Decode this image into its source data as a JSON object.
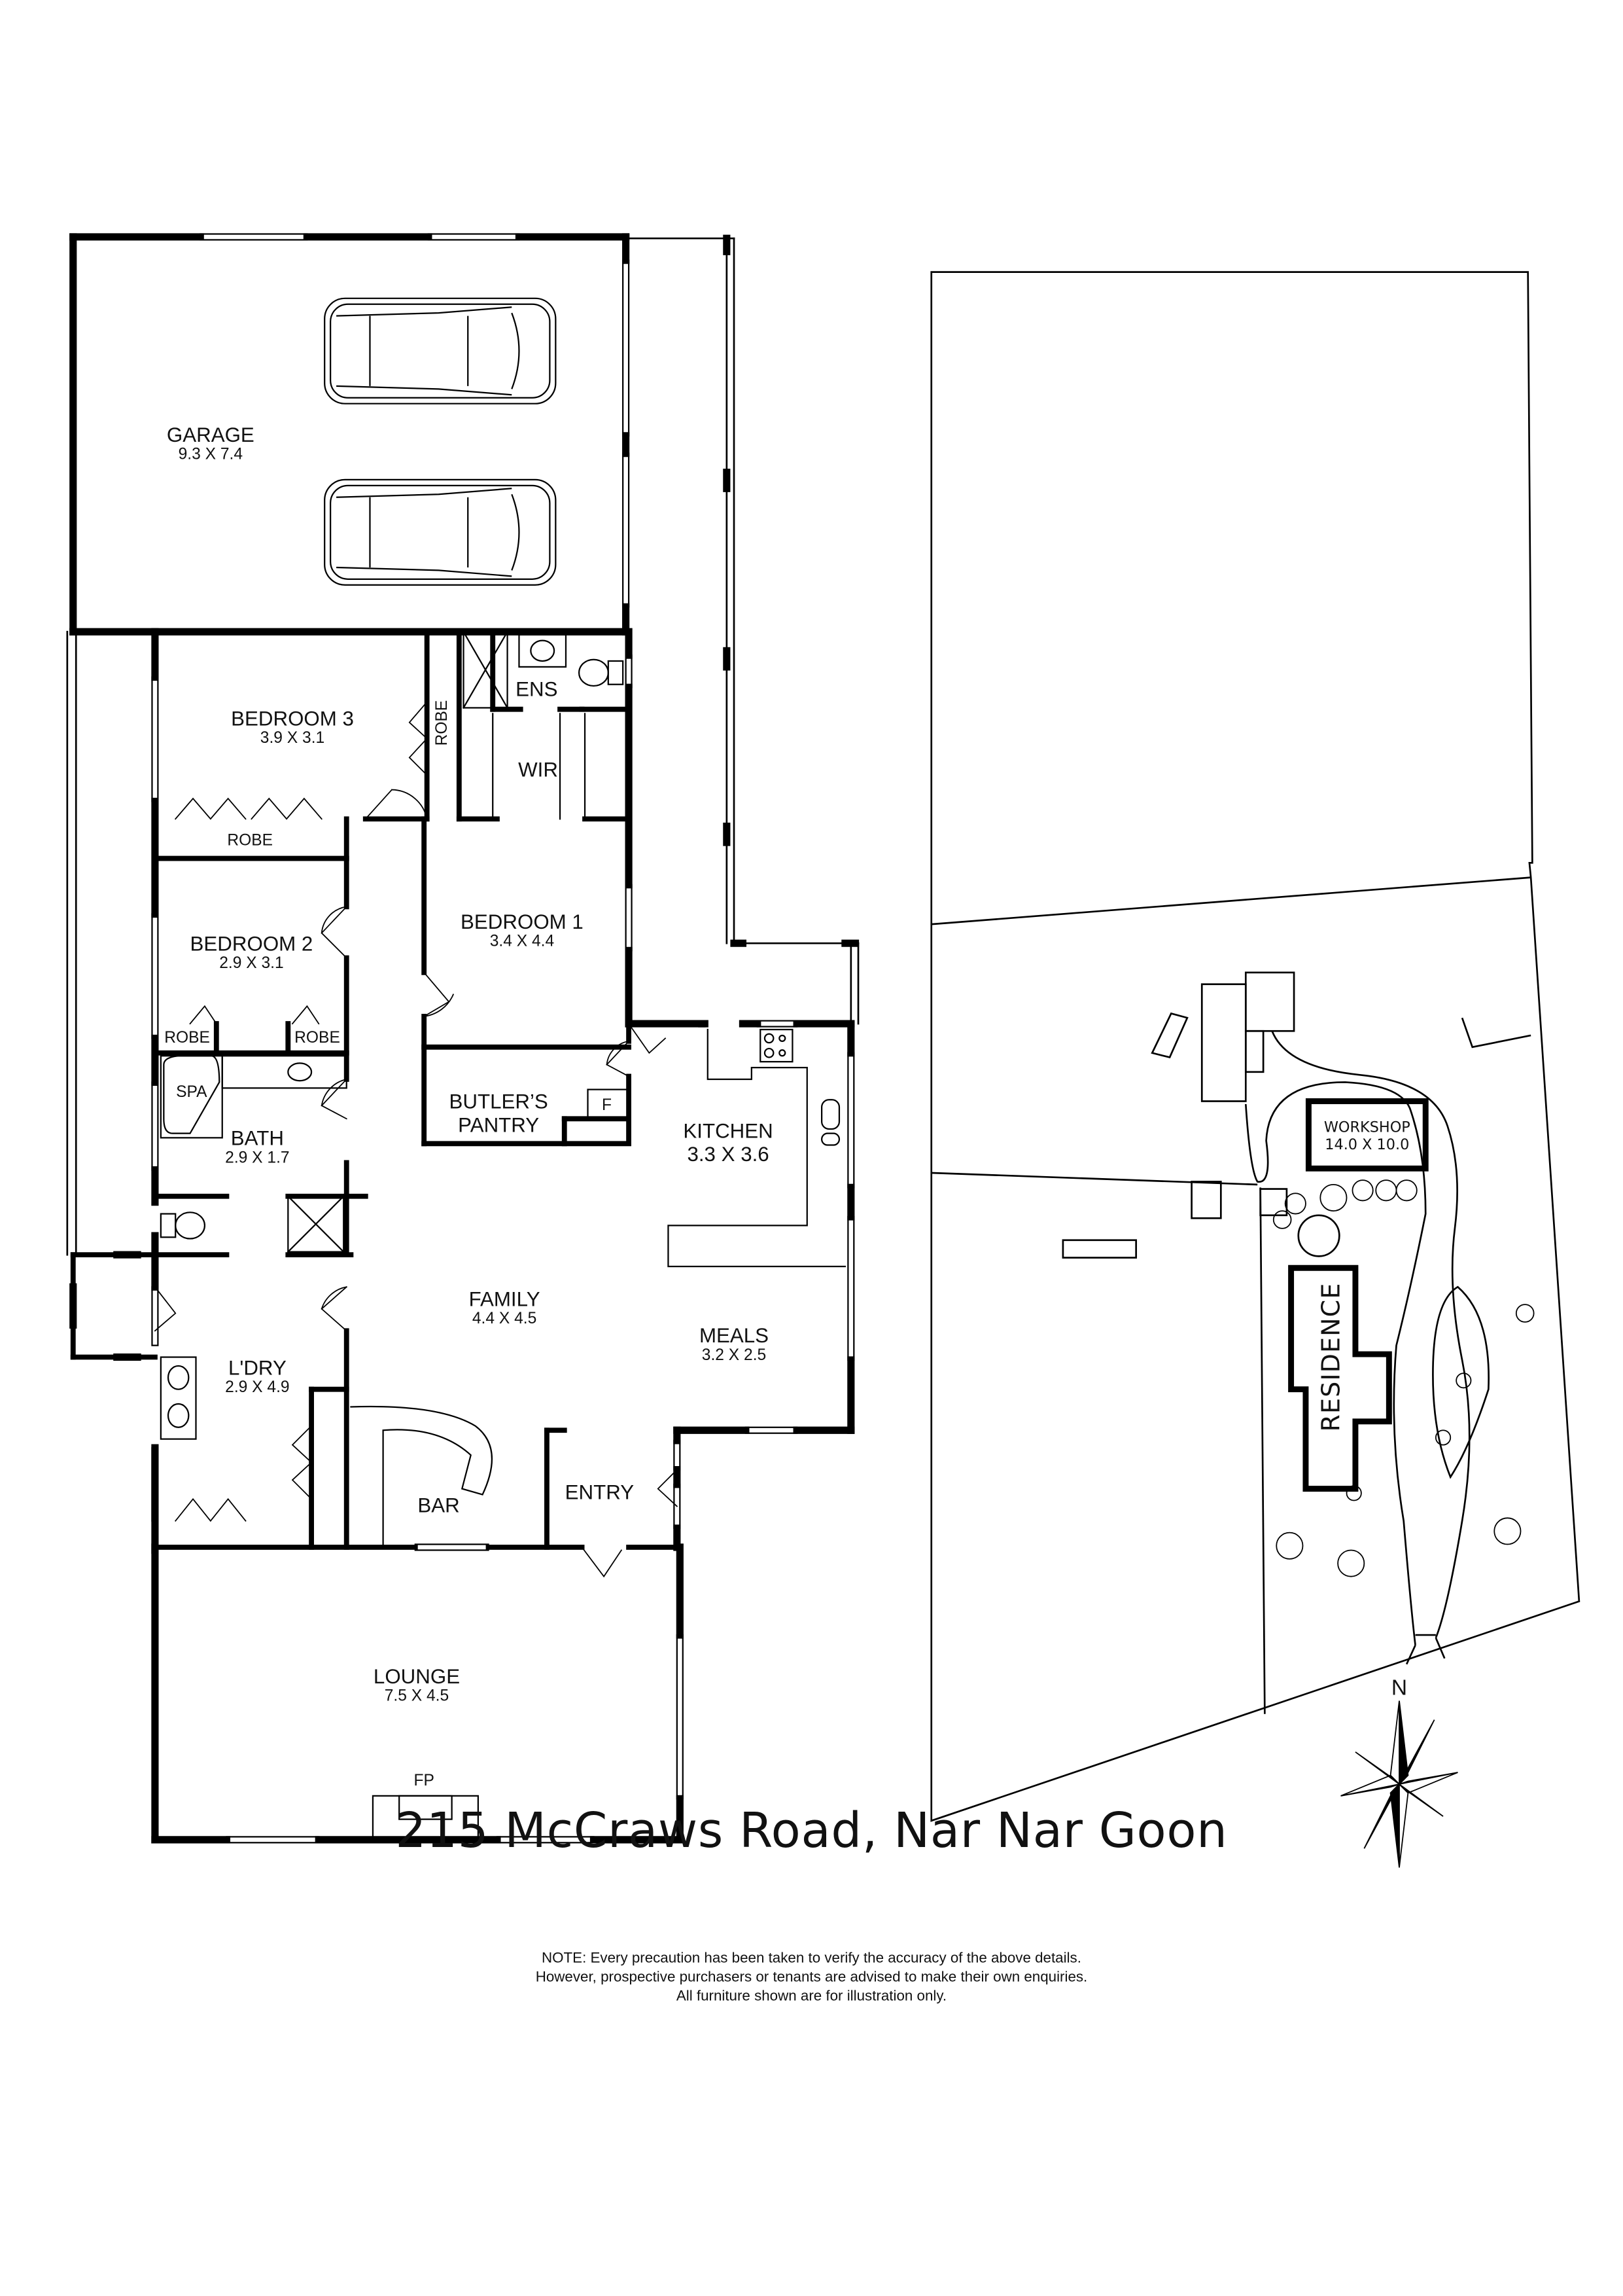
{
  "document": {
    "title": "215 McCraws Road, Nar Nar Goon",
    "note_lines": [
      "NOTE: Every precaution has been taken to verify the accuracy of the above details.",
      "However, prospective purchasers or tenants are advised to make their own enquiries.",
      "All furniture shown are for illustration only."
    ],
    "compass": {
      "label": "N",
      "icon": "compass-rose-icon"
    }
  },
  "floor_plan": {
    "rooms": [
      {
        "id": "garage",
        "name": "GARAGE",
        "dims": "9.3 X 7.4"
      },
      {
        "id": "bedroom3",
        "name": "BEDROOM 3",
        "dims": "3.9 X 3.1"
      },
      {
        "id": "ens",
        "name": "ENS",
        "dims": ""
      },
      {
        "id": "wir",
        "name": "WIR",
        "dims": ""
      },
      {
        "id": "bedroom2",
        "name": "BEDROOM 2",
        "dims": "2.9 X 3.1"
      },
      {
        "id": "bedroom1",
        "name": "BEDROOM 1",
        "dims": "3.4 X 4.4"
      },
      {
        "id": "bath",
        "name": "BATH",
        "dims": "2.9 X 1.7"
      },
      {
        "id": "butlers",
        "name": "BUTLER'S\nPANTRY",
        "dims": ""
      },
      {
        "id": "kitchen",
        "name": "KITCHEN",
        "dims": "3.3 X 3.6"
      },
      {
        "id": "family",
        "name": "FAMILY",
        "dims": "4.4 X 4.5"
      },
      {
        "id": "meals",
        "name": "MEALS",
        "dims": "3.2 X 2.5"
      },
      {
        "id": "ldry",
        "name": "L'DRY",
        "dims": "2.9 X 4.9"
      },
      {
        "id": "bar",
        "name": "BAR",
        "dims": ""
      },
      {
        "id": "entry",
        "name": "ENTRY",
        "dims": ""
      },
      {
        "id": "lounge",
        "name": "LOUNGE",
        "dims": "7.5 X 4.5"
      }
    ],
    "fixtures": {
      "robe_b3_side": "ROBE",
      "robe_b3_bottom": "ROBE",
      "robe_b2_left": "ROBE",
      "robe_b2_right": "ROBE",
      "spa": "SPA",
      "fridge": "F",
      "fireplace": "FP",
      "butlers_line1": "BUTLER’S",
      "butlers_line2": "PANTRY"
    }
  },
  "site_plan": {
    "buildings": [
      {
        "id": "workshop",
        "name": "WORKSHOP",
        "dims": "14.0 X 10.0"
      },
      {
        "id": "residence",
        "name": "RESIDENCE",
        "dims": ""
      }
    ]
  }
}
